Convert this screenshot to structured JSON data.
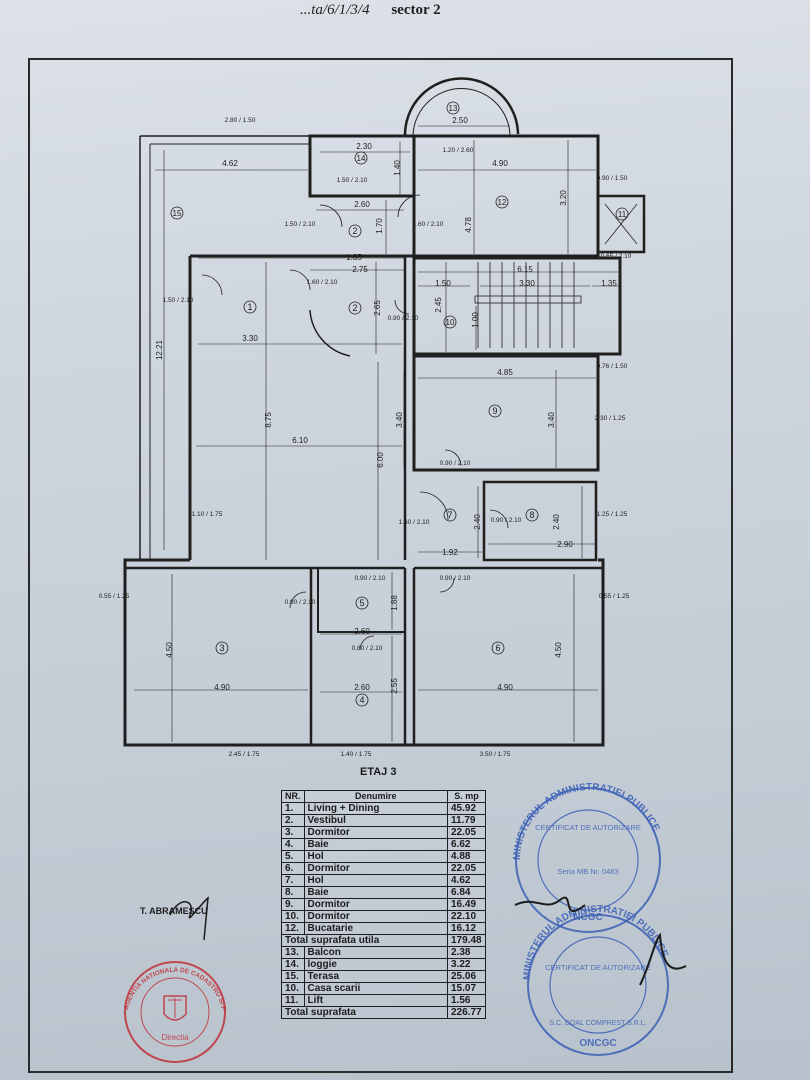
{
  "header": {
    "reference": "...ta/6/1/3/4",
    "sector": "sector 2"
  },
  "plan": {
    "floor_title": "ETAJ 3",
    "room_markers": [
      "1",
      "2",
      "2",
      "3",
      "4",
      "5",
      "6",
      "7",
      "8",
      "9",
      "10",
      "11",
      "12",
      "13",
      "14",
      "15"
    ],
    "dimensions": {
      "d_4_62": "4.62",
      "d_2_30": "2.30",
      "d_2_50": "2.50",
      "d_4_90_top": "4.90",
      "d_2_60_a": "2.60",
      "d_1_85": "1.85",
      "d_2_75": "2.75",
      "d_6_15": "6.15",
      "d_1_50": "1.50",
      "d_3_30_a": "3.30",
      "d_1_35": "1.35",
      "d_3_30_b": "3.30",
      "d_6_10": "6.10",
      "d_4_85": "4.85",
      "d_1_92": "1.92",
      "d_2_90": "2.90",
      "d_2_60_b": "2.60",
      "d_2_60_c": "2.60",
      "d_4_90_l": "4.90",
      "d_4_90_r": "4.90",
      "v_12_21": "12.21",
      "v_8_75": "8.75",
      "v_6_00": "6.00",
      "v_4_78": "4.78",
      "v_3_20": "3.20",
      "v_3_40_a": "3.40",
      "v_3_40_b": "3.40",
      "v_2_65": "2.65",
      "v_2_45": "2.45",
      "v_1_70": "1.70",
      "v_1_40": "1.40",
      "v_2_40_a": "2.40",
      "v_2_40_b": "2.40",
      "v_4_50_a": "4.50",
      "v_4_50_b": "4.50",
      "v_1_88": "1.88",
      "v_2_55": "2.55",
      "v_1_00": "1.00"
    },
    "openings": {
      "o1": "1.50 / 2.10",
      "o2": "1.60 / 2.10",
      "o3": "0.90 / 2.10",
      "o4": "1.10 / 1.75",
      "o5": "0.55 / 1.25",
      "o6": "2.45 / 1.75",
      "o7": "1.40 / 1.75",
      "o8": "3.50 / 1.75",
      "o9": "0.90 / 1.50",
      "o10": "2.80 / 1.50",
      "o11": "0.65 / 2.10",
      "o12": "0.76 / 1.50",
      "o13": "2.30 / 1.25",
      "o14": "1.25 / 1.25",
      "o15": "1.20 / 2.60",
      "o16": "0.80 / 2.10"
    }
  },
  "table": {
    "headers": [
      "NR.",
      "Denumire",
      "S. mp"
    ],
    "rows": [
      [
        "1.",
        "Living + Dining",
        "45.92"
      ],
      [
        "2.",
        "Vestibul",
        "11.79"
      ],
      [
        "3.",
        "Dormitor",
        "22.05"
      ],
      [
        "4.",
        "Baie",
        "6.62"
      ],
      [
        "5.",
        "Hol",
        "4.88"
      ],
      [
        "6.",
        "Dormitor",
        "22.05"
      ],
      [
        "7.",
        "Hol",
        "4.62"
      ],
      [
        "8.",
        "Baie",
        "6.84"
      ],
      [
        "9.",
        "Dormitor",
        "16.49"
      ],
      [
        "10.",
        "Dormitor",
        "22.10"
      ],
      [
        "12.",
        "Bucatarie",
        "16.12"
      ]
    ],
    "subtotal_label": "Total suprafata utila",
    "subtotal_value": "179.48",
    "rows2": [
      [
        "13.",
        "Balcon",
        "2.38"
      ],
      [
        "14.",
        "loggie",
        "3.22"
      ],
      [
        "15.",
        "Terasa",
        "25.06"
      ],
      [
        "10.",
        "Casa scarii",
        "15.07"
      ],
      [
        "11.",
        "Lift",
        "1.56"
      ]
    ],
    "total_label": "Total suprafata",
    "total_value": "226.77"
  },
  "signature_name": "T. ABRAMESCU",
  "stamps": {
    "ministry_top": "MINISTERUL ADMINISTRATIEI PUBLICE",
    "cert_top": "CERTIFICAT DE AUTORIZARE",
    "series_top": "Seria MB Nr. 0483",
    "code_top": "NCGC",
    "ministry_bottom": "MINISTERUL ADMINISTRATIEI PUBLICE",
    "cert_bottom": "CERTIFICAT DE AUTORIZARE",
    "company_bottom": "S.C. DOAL COMPREST S.R.L.",
    "code_bottom": "ONCGC",
    "agency": "AGENTIA NATIONALA DE CADASTRU SI PUBLICITATE IMOBILIARA",
    "agency_sub": "Directia",
    "colors": {
      "blue_ink": "#3b5fb6",
      "red_ink": "#c0313a",
      "line": "#1f1f1f"
    }
  }
}
